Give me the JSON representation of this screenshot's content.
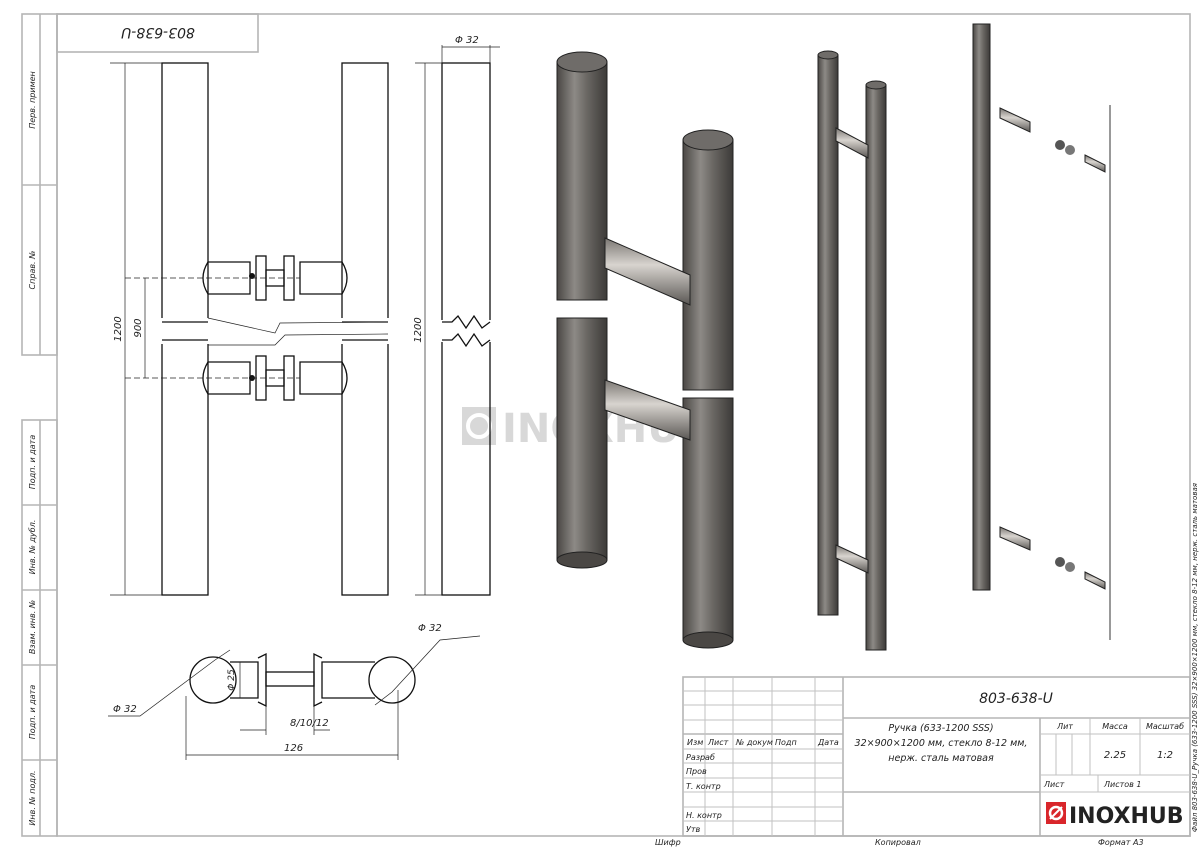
{
  "drawing": {
    "code": "803-638-U",
    "code_mirrored": "803-638-U",
    "title_line1": "Ручка (633-1200 SSS)",
    "title_line2": "32×900×1200 мм, стекло 8-12 мм,",
    "title_line3": "нерж. сталь матовая",
    "file_note": "Файл 803-638-U_Ручка (633-1200 SSS) 32×900×1200 мм, стекло 8-12 мм, нерж. сталь матовая",
    "watermark": "INOXHUB"
  },
  "side_stamps": [
    "Перв. примен",
    "Справ. №",
    "Подп. и дата",
    "Инв. № дубл.",
    "Взам. инв. №",
    "Подп. и дата",
    "Инв. № подл."
  ],
  "dimensions": {
    "length": "1200",
    "center": "900",
    "side_length": "1200",
    "side_diameter": "Φ 32",
    "diam_left": "Φ 32",
    "diam_right": "Φ 32",
    "connector_diam": "Φ 25",
    "glass": "8/10/12",
    "depth": "126"
  },
  "title_block": {
    "headers": {
      "izm": "Изм",
      "list": "Лист",
      "doc": "№ докум",
      "podp": "Подп",
      "date": "Дата"
    },
    "roles": [
      "Разраб",
      "Пров",
      "Т. контр",
      "",
      "Н. контр",
      "Утв"
    ],
    "lit_label": "Лит",
    "mass_label": "Масса",
    "scale_label": "Масштаб",
    "mass": "2.25",
    "scale": "1:2",
    "sheet_label": "Лист",
    "sheets_label": "Листов 1",
    "logo": "INOXHUB",
    "logo_color": "#d9262b",
    "cipher": "Шифр",
    "copied": "Копировал",
    "format": "Формат А3"
  }
}
